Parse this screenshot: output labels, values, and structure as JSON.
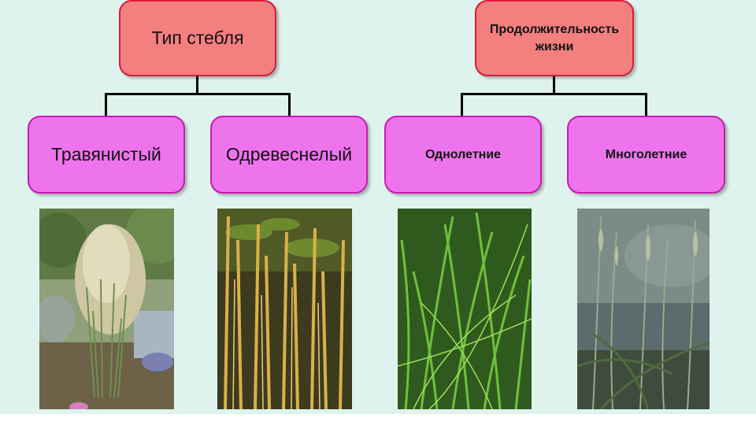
{
  "diagram": {
    "stem_type": {
      "label": "Тип стебля",
      "children": [
        "Травянистый",
        "Одревеснелый"
      ]
    },
    "lifespan": {
      "label_line1": "Продолжительность",
      "label_line2": "жизни",
      "children": [
        "Однолетние",
        "Многолетние"
      ]
    }
  },
  "colors": {
    "root_fill": "#f47f7f",
    "root_border": "#d81b3a",
    "child_fill": "#ee74ee",
    "child_border": "#c61cb0",
    "background": "#dff3ee"
  }
}
